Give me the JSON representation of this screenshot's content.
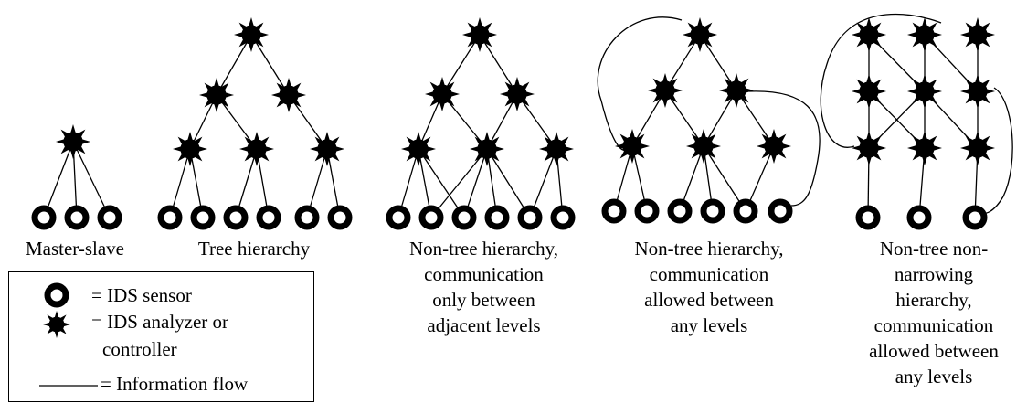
{
  "diagrams": [
    {
      "caption": [
        "Master-slave"
      ]
    },
    {
      "caption": [
        "Tree hierarchy"
      ]
    },
    {
      "caption": [
        "Non-tree hierarchy,",
        "communication",
        "only between",
        "adjacent levels"
      ]
    },
    {
      "caption": [
        "Non-tree hierarchy,",
        "communication",
        "allowed between",
        "any levels"
      ]
    },
    {
      "caption": [
        "Non-tree non-",
        "narrowing",
        "hierarchy,",
        "communication",
        "allowed between",
        "any levels"
      ]
    }
  ],
  "legend": {
    "sensor": {
      "icon": "ids-sensor-icon",
      "text": "= IDS sensor"
    },
    "analyzer": {
      "icon": "ids-analyzer-icon",
      "text": [
        "= IDS analyzer or",
        "controller"
      ]
    },
    "flow": {
      "icon": "information-flow-line",
      "text": "= Information flow"
    }
  }
}
